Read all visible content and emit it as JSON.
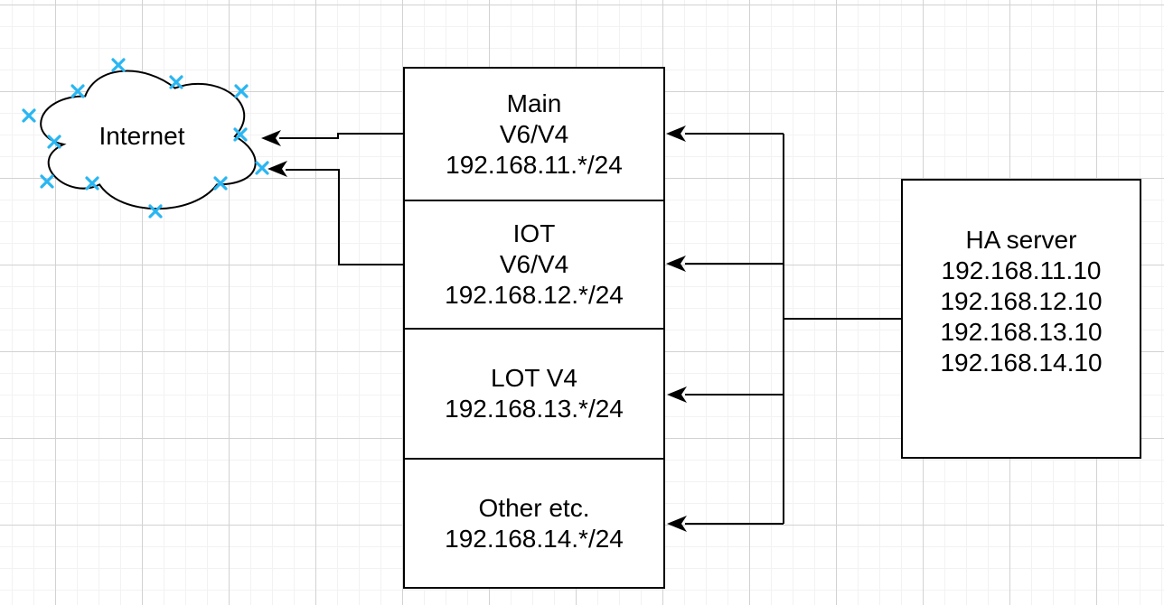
{
  "colors": {
    "stroke": "#000000",
    "accent": "#29b6f2",
    "grid_minor": "#f2f2f2",
    "grid_major": "#d2d2d2",
    "canvas_bg": "#ffffff",
    "text": "#000000"
  },
  "diagram": {
    "cloud": {
      "label": "Internet"
    },
    "segments": [
      {
        "lines": [
          "Main",
          "V6/V4",
          "192.168.11.*/24"
        ]
      },
      {
        "lines": [
          "IOT",
          "V6/V4",
          "192.168.12.*/24"
        ]
      },
      {
        "lines": [
          "LOT V4",
          "192.168.13.*/24"
        ]
      },
      {
        "lines": [
          "Other etc.",
          "192.168.14.*/24"
        ]
      }
    ],
    "ha_server": {
      "lines": [
        "HA server",
        "192.168.11.10",
        "192.168.12.10",
        "192.168.13.10",
        "192.168.14.10"
      ]
    }
  }
}
